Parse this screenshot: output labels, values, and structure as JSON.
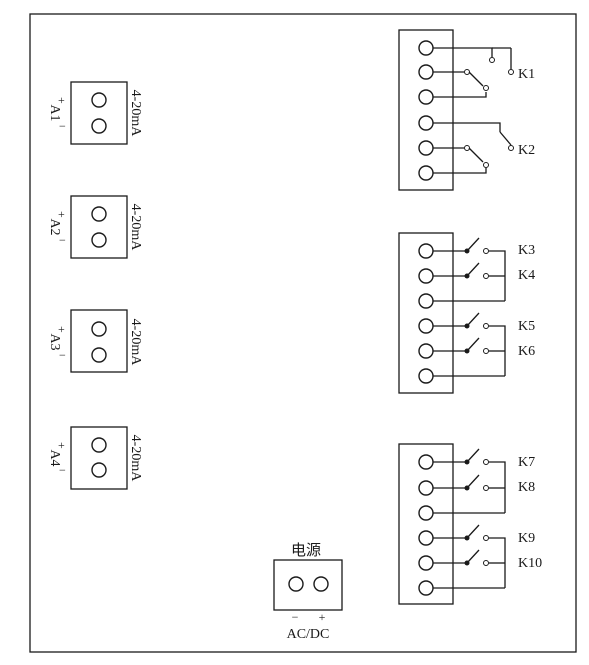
{
  "analog_inputs": [
    {
      "name": "A1",
      "plus": "+",
      "minus": "−",
      "range": "4-20mA"
    },
    {
      "name": "A2",
      "plus": "+",
      "minus": "−",
      "range": "4-20mA"
    },
    {
      "name": "A3",
      "plus": "+",
      "minus": "−",
      "range": "4-20mA"
    },
    {
      "name": "A4",
      "plus": "+",
      "minus": "−",
      "range": "4-20mA"
    }
  ],
  "relays": {
    "group1": [
      "K1",
      "K2"
    ],
    "group2": [
      "K3",
      "K4",
      "K5",
      "K6"
    ],
    "group3": [
      "K7",
      "K8",
      "K9",
      "K10"
    ]
  },
  "power": {
    "title": "电源",
    "minus": "−",
    "plus": "+",
    "type": "AC/DC"
  }
}
